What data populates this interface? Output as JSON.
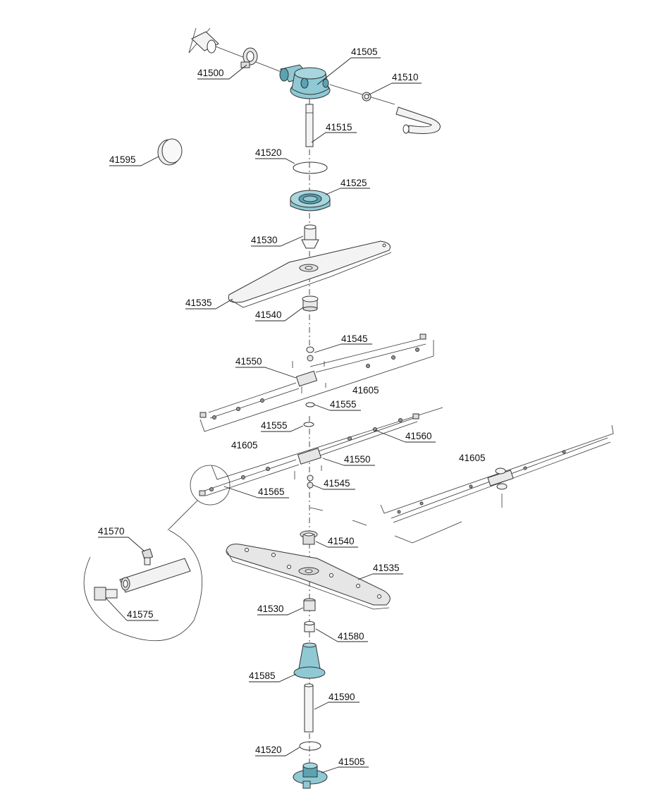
{
  "colors": {
    "highlight": "#8fc9d4",
    "highlight_dark": "#5aa3b3",
    "line": "#333333",
    "part_fill": "#f2f2f2",
    "panel_fill": "#e8e8e8"
  },
  "labels": [
    {
      "id": "l41500",
      "text": "41500"
    },
    {
      "id": "l41505a",
      "text": "41505"
    },
    {
      "id": "l41510",
      "text": "41510"
    },
    {
      "id": "l41515",
      "text": "41515"
    },
    {
      "id": "l41520a",
      "text": "41520"
    },
    {
      "id": "l41595",
      "text": "41595"
    },
    {
      "id": "l41525",
      "text": "41525"
    },
    {
      "id": "l41530a",
      "text": "41530"
    },
    {
      "id": "l41535a",
      "text": "41535"
    },
    {
      "id": "l41540a",
      "text": "41540"
    },
    {
      "id": "l41545a",
      "text": "41545"
    },
    {
      "id": "l41550a",
      "text": "41550"
    },
    {
      "id": "l41605a",
      "text": "41605"
    },
    {
      "id": "l41555a",
      "text": "41555"
    },
    {
      "id": "l41555b",
      "text": "41555"
    },
    {
      "id": "l41560",
      "text": "41560"
    },
    {
      "id": "l41605b",
      "text": "41605"
    },
    {
      "id": "l41550b",
      "text": "41550"
    },
    {
      "id": "l41605c",
      "text": "41605"
    },
    {
      "id": "l41545b",
      "text": "41545"
    },
    {
      "id": "l41565",
      "text": "41565"
    },
    {
      "id": "l41570",
      "text": "41570"
    },
    {
      "id": "l41540b",
      "text": "41540"
    },
    {
      "id": "l41535b",
      "text": "41535"
    },
    {
      "id": "l41575",
      "text": "41575"
    },
    {
      "id": "l41530b",
      "text": "41530"
    },
    {
      "id": "l41580",
      "text": "41580"
    },
    {
      "id": "l41585",
      "text": "41585"
    },
    {
      "id": "l41590",
      "text": "41590"
    },
    {
      "id": "l41520b",
      "text": "41520"
    },
    {
      "id": "l41505b",
      "text": "41505"
    }
  ]
}
